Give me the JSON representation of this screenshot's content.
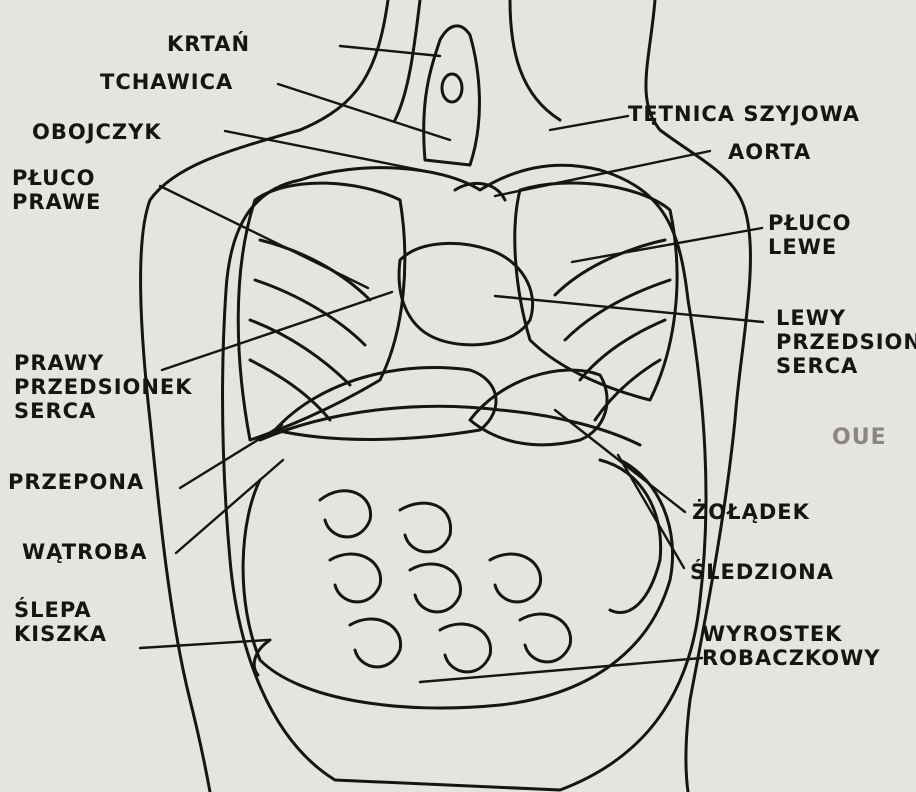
{
  "labels": {
    "krtan": "KRTAŃ",
    "tchawica": "TCHAWICA",
    "obojczyk": "OBOJCZYK",
    "pluco_prawe": [
      "PŁUCO",
      "PRAWE"
    ],
    "prawy_przedsionek": [
      "PRAWY",
      "PRZEDSIONEK",
      "SERCA"
    ],
    "przepona": "PRZEPONA",
    "watroba": "WĄTROBA",
    "slepa_kiszka": [
      "ŚLEPA",
      "KISZKA"
    ],
    "tetnica": "TĘTNICA SZYJOWA",
    "aorta": "AORTA",
    "pluco_lewe": [
      "PŁUCO",
      "LEWE"
    ],
    "lewy_przedsion": [
      "LEWY",
      "PRZEDSION.",
      "SERCA"
    ],
    "zoladek": "ŻOŁĄDEK",
    "sledziona": "ŚLEDZIONA",
    "wyrostek": [
      "WYROSTEK",
      "ROBACZKOWY"
    ]
  },
  "side_text": "OUE",
  "colors": {
    "ink": "#161514",
    "paper": "#e6e4df"
  }
}
